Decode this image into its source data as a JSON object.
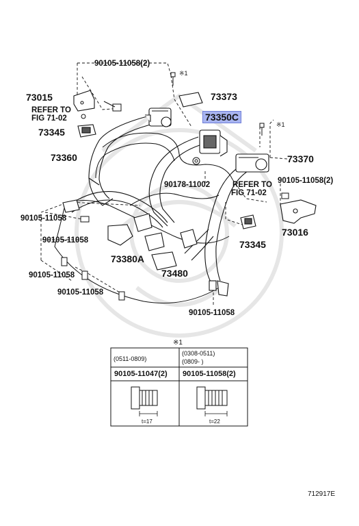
{
  "labels": {
    "p_90105_top": "90105-11058(2)",
    "mark_top": "※1",
    "p_73015": "73015",
    "p_73373": "73373",
    "refer_left_1": "REFER TO",
    "refer_left_2": "FIG 71-02",
    "p_73350C": "73350C",
    "mark_right": "※1",
    "p_73345_left": "73345",
    "p_73360": "73360",
    "p_73370": "73370",
    "p_90178": "90178-11002",
    "refer_right_1": "REFER TO",
    "refer_right_2": "FIG 71-02",
    "p_90105_right": "90105-11058(2)",
    "p_90105_left_a": "90105-11058",
    "p_73016": "73016",
    "p_90105_left_b": "90105-11058",
    "p_73345_right": "73345",
    "p_73380A": "73380A",
    "p_73480": "73480",
    "p_90105_left_c": "90105-11058",
    "p_90105_left_d": "90105-11058",
    "p_90105_bottom": "90105-11058",
    "figure_code": "712917E"
  },
  "table": {
    "mark": "※1",
    "col1_date": "(0511-0809)",
    "col2_date_1": "(0308-0511)",
    "col2_date_2": "(0809-     )",
    "col1_part": "90105-11047(2)",
    "col2_part": "90105-11058(2)",
    "col1_len": "t=17",
    "col2_len": "t=22"
  },
  "colors": {
    "line": "#111111",
    "highlight": "#a8b4f0",
    "watermark": "#e6e6e6"
  }
}
